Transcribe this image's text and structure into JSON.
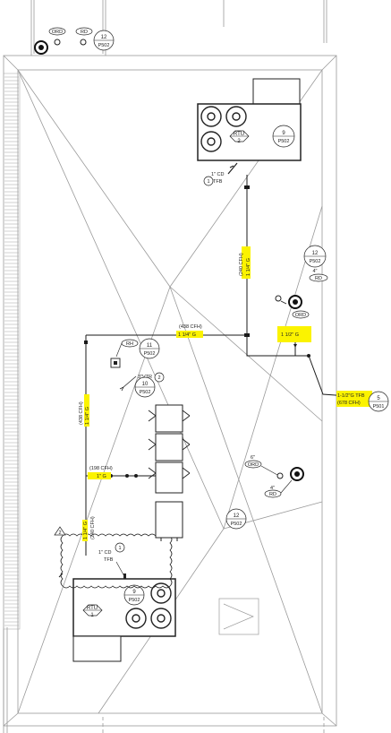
{
  "colors": {
    "background": "#ffffff",
    "roof_outline": "#9a9a9a",
    "gas_pipe": "#1a1a1a",
    "highlight": "#fbf300"
  },
  "icons": {
    "drain": "roof-drain-icon",
    "overflow_drain": "overflow-roof-drain-icon",
    "equipment_fan": "rooftop-fan-icon",
    "valve": "gas-valve-icon",
    "section_arrow": "section-arrow-icon"
  },
  "top_drains": {
    "ord": "ORD",
    "rd": "RD",
    "ref_num": "12",
    "ref_sheet": "P502"
  },
  "rtu2": {
    "tag_top": "RTU",
    "tag_bottom": "2",
    "ref_num": "9",
    "ref_sheet": "P502",
    "cd_label": "1\" CD",
    "tfb_label": "TFB",
    "note_num": "1"
  },
  "rtu1": {
    "tag_top": "RTU",
    "tag_bottom": "1",
    "ref_num": "9",
    "ref_sheet": "P502",
    "cd_label": "1\" CD",
    "tfb_label": "TFB",
    "note_num": "1"
  },
  "right_drains": {
    "ref_num": "12",
    "ref_sheet": "P502",
    "size": "4\"",
    "rd": "RD",
    "ord": "ORD"
  },
  "pipe_labels": {
    "vertical_right_cfh": "(240 CFH)",
    "vertical_right_size": "1 1/4\" G",
    "main_cfh": "(438 CFH)",
    "main_size": "1 1/4\" G",
    "branch_size": "1 1/2\" G",
    "left_cfh": "(438 CFH)",
    "left_size": "1 1/4\" G",
    "mid_cfh": "(198 CFH)",
    "mid_size": "1\" G",
    "lower_cfh": "(240 CFH)",
    "lower_size": "1 1/4\" G"
  },
  "tfb": {
    "line1": "1-1/2\"G TFB",
    "line2": "(678 CFH)",
    "ref_num": "5",
    "ref_sheet": "P501"
  },
  "rh": {
    "label": "RH",
    "ref_num": "11",
    "ref_sheet": "P502"
  },
  "vtr": {
    "label": "3\"VTR",
    "note_num": "2",
    "ref_num": "10",
    "ref_sheet": "P502"
  },
  "mid_drains": {
    "ord_size": "6\"",
    "ord": "ORD",
    "rd_size": "4\"",
    "rd": "RD",
    "ref_num": "12",
    "ref_sheet": "P502"
  },
  "note_triangle": "2"
}
